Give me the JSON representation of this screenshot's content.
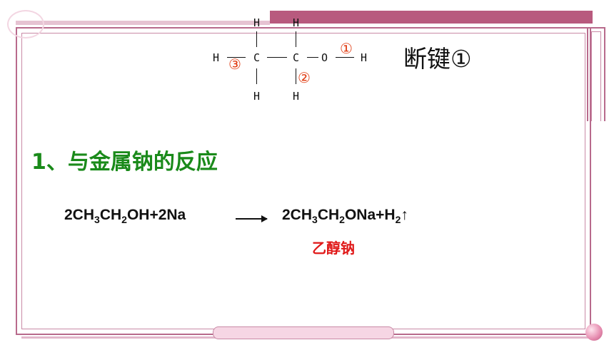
{
  "formula": {
    "atoms": {
      "h_top_1": "H",
      "h_top_2": "H",
      "h_left": "H",
      "c1": "C",
      "c2": "C",
      "o": "O",
      "h_right": "H",
      "h_bottom_1": "H",
      "h_bottom_2": "H"
    },
    "markers": {
      "one": "①",
      "two": "②",
      "three": "③"
    }
  },
  "bond_title": "断键①",
  "section_title": "1、与金属钠的反应",
  "equation": {
    "left": {
      "p1": "2CH",
      "s1": "3",
      "p2": "CH",
      "s2": "2",
      "p3": "OH+2Na"
    },
    "right": {
      "p1": "2CH",
      "s1": "3",
      "p2": "CH",
      "s2": "2",
      "p3": "ONa+H",
      "s3": "2",
      "p4": "↑"
    }
  },
  "product_name": "乙醇钠",
  "colors": {
    "frame": "#b86a8c",
    "section_title": "#1a8a1a",
    "marker": "#e03a10",
    "product_name": "#e01818"
  }
}
